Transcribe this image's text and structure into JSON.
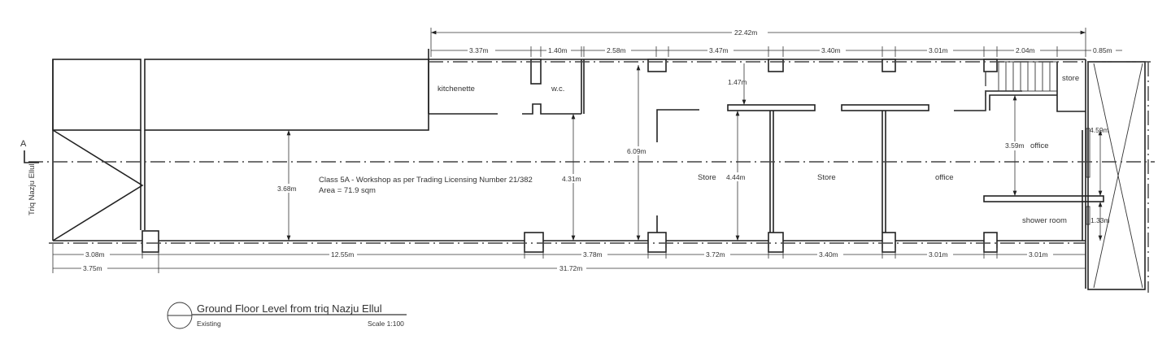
{
  "plan": {
    "section_marker": "A",
    "street_label": "Triq Nazju Ellul",
    "rooms": {
      "kitchenette": "kitchenette",
      "wc": "w.c.",
      "store_1": "Store",
      "store_2": "Store",
      "office_1": "office",
      "office_2": "office",
      "store_3": "store",
      "shower": "shower room"
    },
    "workshop_note": "Class 5A - Workshop as per Trading Licensing Number 21/382",
    "area_note": "Area = 71.9 sqm",
    "dimensions_top_total": "22.42m",
    "dimensions_top": [
      "3.37m",
      "1.40m",
      "2.58m",
      "3.47m",
      "3.40m",
      "3.01m",
      "2.04m",
      "0.85m"
    ],
    "dimensions_vertical": [
      "1.47m",
      "6.09m",
      "3.68m",
      "4.31m",
      "4.44m",
      "3.59m",
      "4.59m",
      "1.33m"
    ],
    "dimensions_bottom": [
      "3.08m",
      "12.55m",
      "3.78m",
      "3.72m",
      "3.40m",
      "3.01m",
      "3.01m"
    ],
    "dimensions_bottom_total": [
      "3.75m",
      "31.72m"
    ]
  },
  "title_block": {
    "title": "Ground Floor Level from triq Nazju Ellul",
    "status": "Existing",
    "scale": "Scale 1:100"
  }
}
